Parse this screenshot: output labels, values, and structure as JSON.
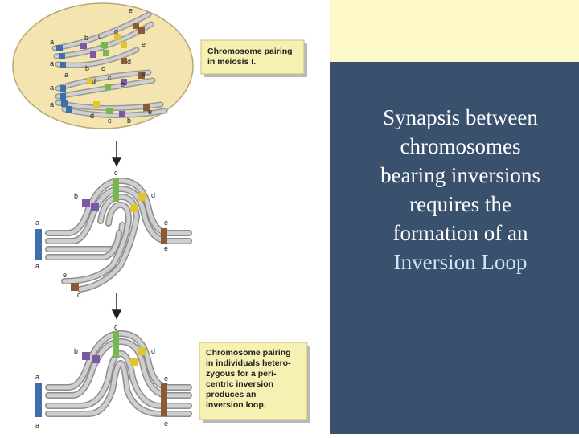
{
  "title": {
    "line1": "Synapsis between",
    "line2": "chromosomes",
    "line3": "bearing inversions",
    "line4": "requires the",
    "line5": "formation of an",
    "line6": "Inversion Loop"
  },
  "figure": {
    "caption_top": [
      "Chromosome pairing",
      "in meiosis I."
    ],
    "caption_bottom": [
      "Chromosome pairing",
      "in individuals hetero-",
      "zygous for a peri-",
      "centric inversion",
      "produces an",
      "inversion loop."
    ],
    "gene_labels": {
      "a": "a",
      "b": "b",
      "c": "c",
      "d": "d",
      "e": "e"
    }
  },
  "colors": {
    "panel": "#3a516d",
    "top_band": "#fdf8c8",
    "circle_fill": "#f3e4b0",
    "caption_box": "#f6f0b2",
    "band_a": "#3f6fa8",
    "band_b": "#7e56a4",
    "band_c": "#74b84f",
    "band_d": "#e0c531",
    "band_e": "#8c5a36"
  }
}
